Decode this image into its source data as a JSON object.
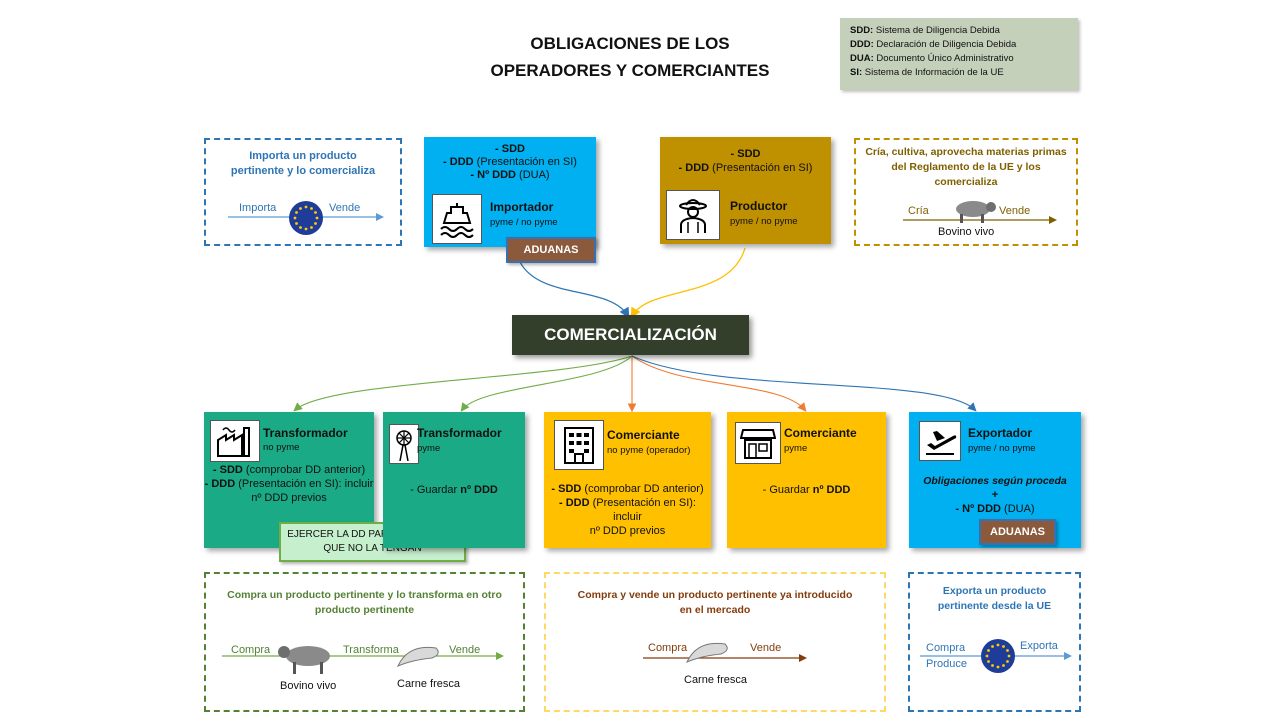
{
  "title": {
    "line1": "OBLIGACIONES DE LOS",
    "line2": "OPERADORES Y COMERCIANTES"
  },
  "legend": [
    {
      "abbr": "SDD:",
      "text": "Sistema de Diligencia Debida"
    },
    {
      "abbr": "DDD:",
      "text": "Declaración de Diligencia Debida"
    },
    {
      "abbr": "DUA:",
      "text": "Documento Único Administrativo"
    },
    {
      "abbr": "SI:",
      "text": "Sistema de Información de la UE"
    }
  ],
  "top_left_note": {
    "text": "Importa un producto pertinente y lo comercializa",
    "left": "Importa",
    "right": "Vende"
  },
  "importador": {
    "l1": "- SDD",
    "l2a": "- DDD",
    "l2b": " (Presentación en SI)",
    "l3a": "- Nº DDD",
    "l3b": " (DUA)",
    "name": "Importador",
    "sub": "pyme / no pyme",
    "aduanas": "ADUANAS"
  },
  "productor": {
    "l1": "- SDD",
    "l2a": "- DDD",
    "l2b": " (Presentación en SI)",
    "name": "Productor",
    "sub": "pyme / no pyme"
  },
  "top_right_note": {
    "text": "Cría, cultiva, aprovecha materias primas del Reglamento de la UE y los comercializa",
    "left": "Cría",
    "right": "Vende",
    "caption": "Bovino vivo"
  },
  "center": "COMERCIALIZACIÓN",
  "transformador1": {
    "name": "Transformador",
    "sub": "no pyme",
    "l1a": "- SDD",
    "l1b": " (comprobar DD anterior)",
    "l2a": "- DDD",
    "l2b": " (Presentación en SI): incluir",
    "l3": "nº DDD previos",
    "note": "EJERCER LA DD PARA LAS PARTES QUE NO LA TENGAN"
  },
  "transformador2": {
    "name": "Transformador",
    "sub": "pyme",
    "l1a": "- Guardar ",
    "l1b": "nº DDD"
  },
  "comerciante1": {
    "name": "Comerciante",
    "sub": "no pyme (operador)",
    "l1a": "- SDD",
    "l1b": " (comprobar DD anterior)",
    "l2a": "- DDD",
    "l2b": " (Presentación en SI): incluir",
    "l3": "nº DDD previos"
  },
  "comerciante2": {
    "name": "Comerciante",
    "sub": "pyme",
    "l1a": "- Guardar ",
    "l1b": "nº DDD"
  },
  "exportador": {
    "name": "Exportador",
    "sub": "pyme / no pyme",
    "l1": "Obligaciones según proceda",
    "l2": "+",
    "l3a": "- Nº DDD",
    "l3b": " (DUA)",
    "aduanas": "ADUANAS"
  },
  "bottom_left_note": {
    "text": "Compra un producto pertinente y lo transforma en otro producto pertinente",
    "a": "Compra",
    "b": "Transforma",
    "c": "Vende",
    "cap1": "Bovino vivo",
    "cap2": "Carne fresca"
  },
  "bottom_mid_note": {
    "text": "Compra y vende un producto pertinente ya introducido en el mercado",
    "a": "Compra",
    "b": "Vende",
    "cap": "Carne fresca"
  },
  "bottom_right_note": {
    "text": "Exporta un producto pertinente desde la UE",
    "a": "Compra",
    "a2": "Produce",
    "b": "Exporta"
  },
  "colors": {
    "blue": "#00b0f0",
    "brown": "#bf9000",
    "teal": "#1aaa85",
    "yellow": "#ffc000",
    "dark": "#333f2b"
  }
}
